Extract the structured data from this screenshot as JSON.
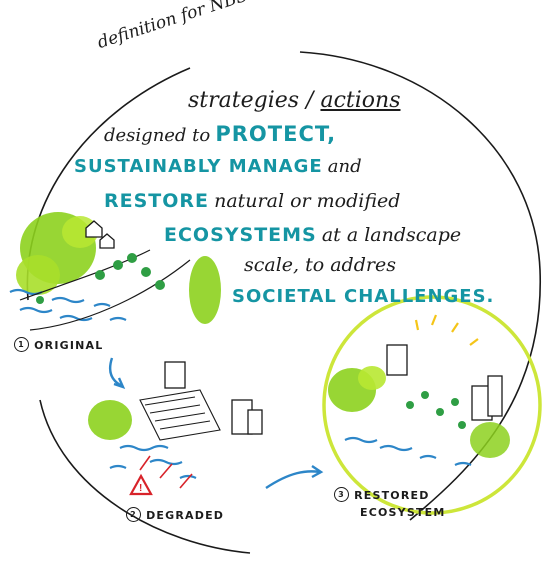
{
  "title": "definition for NBS",
  "definition": {
    "l1a": "strategies /",
    "l1b": "actions",
    "l2a": "designed to",
    "l2b": "PROTECT,",
    "l3a": "SUSTAINABLY MANAGE",
    "l3b": "and",
    "l4a": "RESTORE",
    "l4b": "natural or modified",
    "l5a": "ECOSYSTEMS",
    "l5b": "at a landscape",
    "l6": "scale, to addres",
    "l7": "SOCIETAL CHALLENGES."
  },
  "steps": {
    "original": "ORIGINAL",
    "degraded": "DEGRADED",
    "restored_1": "RESTORED",
    "restored_2": "ECOSYSTEM"
  },
  "colors": {
    "teal": "#1595a3",
    "green": "#8dd11e",
    "river": "#2d86c8",
    "warning": "#d8232a",
    "halo": "#cde63a"
  }
}
